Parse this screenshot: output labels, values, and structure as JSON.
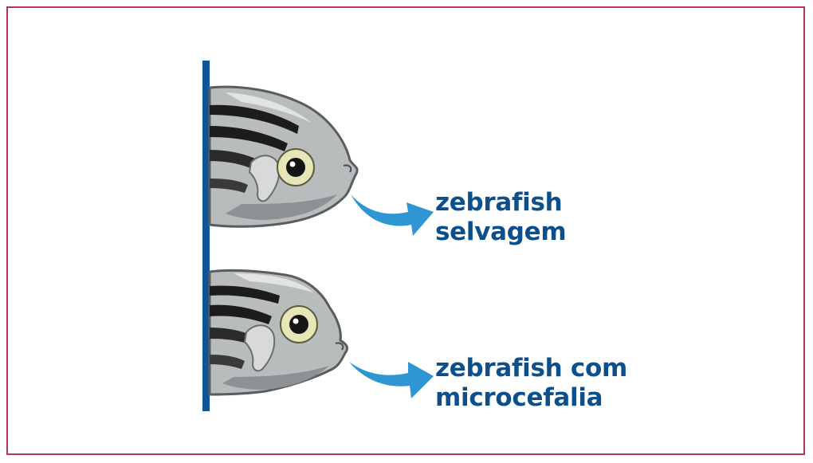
{
  "labels": {
    "wild_type": {
      "line1": "zebrafish",
      "line2": "selvagem"
    },
    "microcephaly": {
      "line1": "zebrafish com",
      "line2": "microcefalia"
    }
  },
  "colors": {
    "frame_border": "#b0346a",
    "wall": "#0d5597",
    "label_text": "#0d4f8b",
    "arrow": "#2e97d3",
    "fish_body": "#b9bcbd",
    "fish_stripe": "#1c1c1c",
    "fish_eye_iris": "#e7e6b8"
  }
}
